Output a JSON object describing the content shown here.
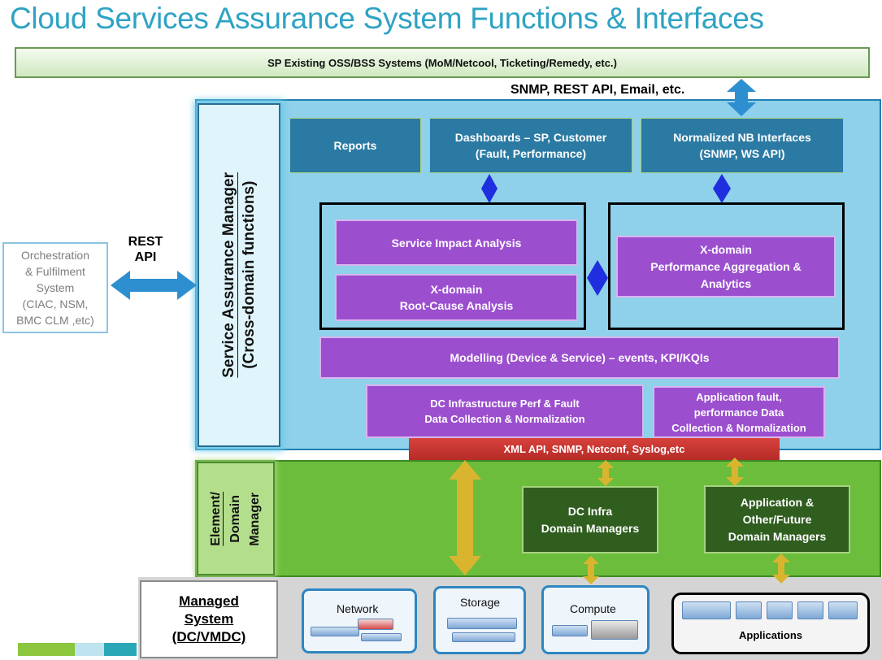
{
  "title": "Cloud Services Assurance System Functions & Interfaces",
  "oss_bar": "SP Existing OSS/BSS Systems (MoM/Netcool, Ticketing/Remedy, etc.)",
  "north_protocols": "SNMP, REST API, Email, etc.",
  "orchestration": {
    "lines": [
      "Orchestration",
      "& Fulfilment",
      "System",
      "(CIAC, NSM,",
      "BMC CLM ,etc)"
    ]
  },
  "rest_api": [
    "REST",
    "API"
  ],
  "sam": {
    "label_line1": "Service Assurance Manager",
    "label_line2": "(Cross-domain functions)",
    "reports": "Reports",
    "dashboards": [
      "Dashboards – SP, Customer",
      "(Fault, Performance)"
    ],
    "nb_interfaces": [
      "Normalized NB Interfaces",
      "(SNMP, WS API)"
    ],
    "service_impact": "Service Impact Analysis",
    "root_cause": [
      "X-domain",
      "Root-Cause Analysis"
    ],
    "perf_aggregation": [
      "X-domain",
      "Performance  Aggregation &",
      "Analytics"
    ],
    "modelling": "Modelling (Device & Service) – events, KPI/KQIs",
    "dc_collection": [
      "DC Infrastructure Perf & Fault",
      "Data Collection & Normalization"
    ],
    "app_collection": [
      "Application fault,",
      "performance  Data",
      "Collection & Normalization"
    ]
  },
  "south_protocols": "XML API, SNMP, Netconf, Syslog,etc",
  "element_manager": {
    "label_line1": "Element/",
    "label_line2": "Domain",
    "label_line3": "Manager",
    "dc_infra": [
      "DC Infra",
      "Domain Managers"
    ],
    "app_other": [
      "Application &",
      "Other/Future",
      "Domain Managers"
    ]
  },
  "managed_system": {
    "label": [
      "Managed",
      "System",
      "(DC/VMDC)"
    ],
    "network": "Network",
    "storage": "Storage",
    "compute": "Compute",
    "applications": "Applications"
  },
  "colors": {
    "title": "#2ea3c4",
    "sam_panel": "#8fd0ea",
    "purple": "#9b4fce",
    "dark_blue": "#2b7aa3",
    "green_panel": "#6cbd3c",
    "dark_green": "#2f5e1f",
    "red_bar": "#c8352f",
    "arrow_blue": "#2e8fd0",
    "arrow_gold": "#d9b52f"
  }
}
